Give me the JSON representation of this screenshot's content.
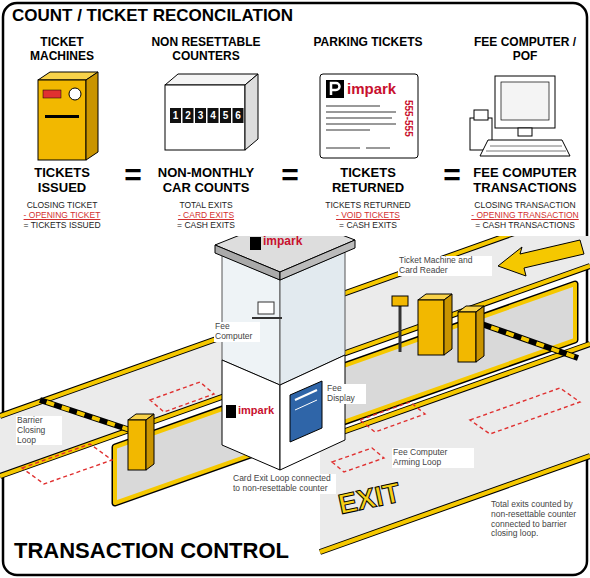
{
  "diagram": {
    "title": "COUNT / TICKET RECONCILATION",
    "caption": "TRANSACTION CONTROL",
    "labels": [
      "TICKET MACHINES",
      "NON RESETTABLE COUNTERS",
      "PARKING TICKETS",
      "FEE COMPUTER / POF",
      "TICKETS ISSUED",
      "=",
      "NON-MONTHLY CAR COUNTS",
      "=",
      "TICKETS RETURNED",
      "=",
      "FEE COMPUTER TRANSACTIONS",
      "CLOSING TICKET",
      "- OPENING TICKET",
      "= TICKETS ISSUED",
      "TOTAL EXITS",
      "- CARD EXITS",
      "= CASH EXITS",
      "TICKETS RETURNED",
      "- VOID TICKETS",
      "= CASH EXITS",
      "CLOSING TRANSACTION",
      "- OPENING TRANSACTION",
      "= CASH TRANSACTIONS",
      "1",
      "2",
      "3",
      "4",
      "5",
      "6",
      "impark",
      "555-555",
      "impark",
      "impark",
      "Ticket Machine and Card Reader",
      "Fee Computer",
      "Fee Display",
      "Fee Computer Arming Loop",
      "Total exits counted by non-resettable counter connected to barrier closing loop.",
      "Barrier Closing Loop",
      "Card Exit Loop connected to non-resettable counter",
      "EXIT"
    ]
  }
}
